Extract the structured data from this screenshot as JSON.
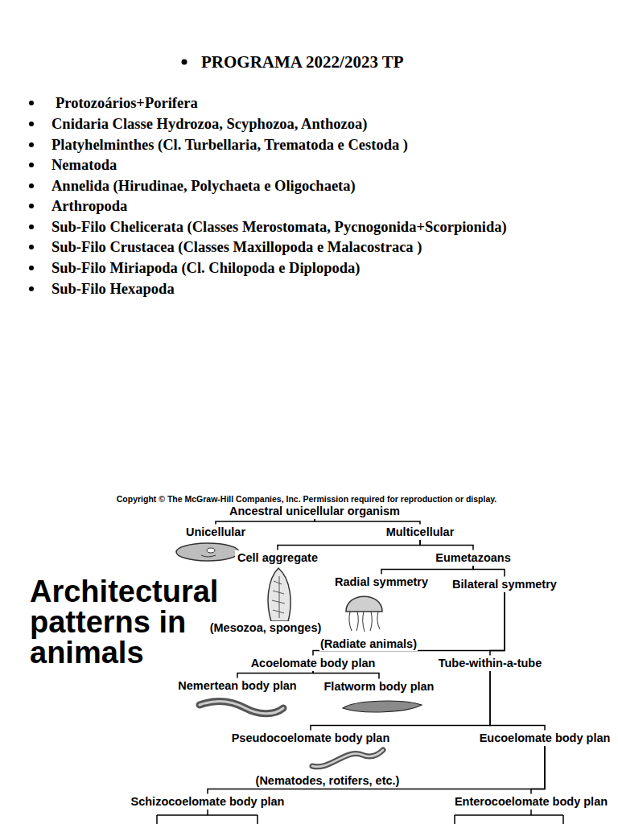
{
  "diagram": {
    "title": "PROGRAMA 2022/2023 TP",
    "nodes": [
      {
        "text": [
          "Ancestral unicellular organism"
        ]
      },
      {
        "text": [
          "Unicellular"
        ]
      },
      {
        "text": [
          "Multicellular"
        ]
      },
      {
        "text": [
          "Cell aggregate"
        ]
      },
      {
        "text": [
          "Eumetazoans"
        ]
      },
      {
        "text": [
          "Radial symmetry"
        ]
      },
      {
        "text": [
          "Bilateral symmetry"
        ]
      },
      {
        "text": [
          "Acoelomate body plan"
        ]
      },
      {
        "text": [
          "Tube-within-a-tube"
        ]
      },
      {
        "text": [
          "Nemertean body plan"
        ]
      },
      {
        "text": [
          "Flatworm body plan"
        ]
      },
      {
        "text": [
          "Pseudocoelomate body plan"
        ]
      },
      {
        "text": [
          "Eucoelomate body plan"
        ]
      },
      {
        "text": [
          "Schizocoelomate body plan"
        ]
      },
      {
        "text": [
          "Enterocoelomate body plan"
        ]
      }
    ],
    "edges": [
      {
        "from": 0,
        "to": 1,
        "arrow": "none"
      },
      {
        "from": 0,
        "to": 2,
        "arrow": "none"
      },
      {
        "from": 2,
        "to": 3,
        "arrow": "none"
      },
      {
        "from": 2,
        "to": 4,
        "arrow": "none"
      },
      {
        "from": 4,
        "to": 5,
        "arrow": "none"
      },
      {
        "from": 4,
        "to": 6,
        "arrow": "none"
      },
      {
        "from": 6,
        "to": 7,
        "arrow": "none"
      },
      {
        "from": 6,
        "to": 8,
        "arrow": "none"
      },
      {
        "from": 7,
        "to": 9,
        "arrow": "none"
      },
      {
        "from": 7,
        "to": 10,
        "arrow": "none"
      },
      {
        "from": 8,
        "to": 11,
        "arrow": "none"
      },
      {
        "from": 8,
        "to": 12,
        "arrow": "none"
      },
      {
        "from": 12,
        "to": 13,
        "arrow": "none"
      },
      {
        "from": 12,
        "to": 14,
        "arrow": "none"
      }
    ],
    "labels": [
      "Protozoários+Porifera",
      "Cnidaria Classe Hydrozoa, Scyphozoa, Anthozoa)",
      "Platyhelminthes (Cl. Turbellaria, Trematoda e Cestoda )",
      "Nematoda",
      "Annelida (Hirudinae, Polychaeta e Oligochaeta)",
      "Arthropoda",
      "Sub-Filo Chelicerata (Classes Merostomata, Pycnogonida+Scorpionida)",
      "Sub-Filo Crustacea (Classes Maxillopoda e Malacostraca )",
      "Sub-Filo Miriapoda (Cl. Chilopoda e Diplopoda)",
      "Sub-Filo Hexapoda",
      "Copyright © The McGraw-Hill Companies, Inc. Permission required for reproduction or display.",
      "Architectural patterns in animals",
      "(Mesozoa, sponges)",
      "(Radiate animals)",
      "(Nematodes, rotifers, etc.)"
    ]
  }
}
